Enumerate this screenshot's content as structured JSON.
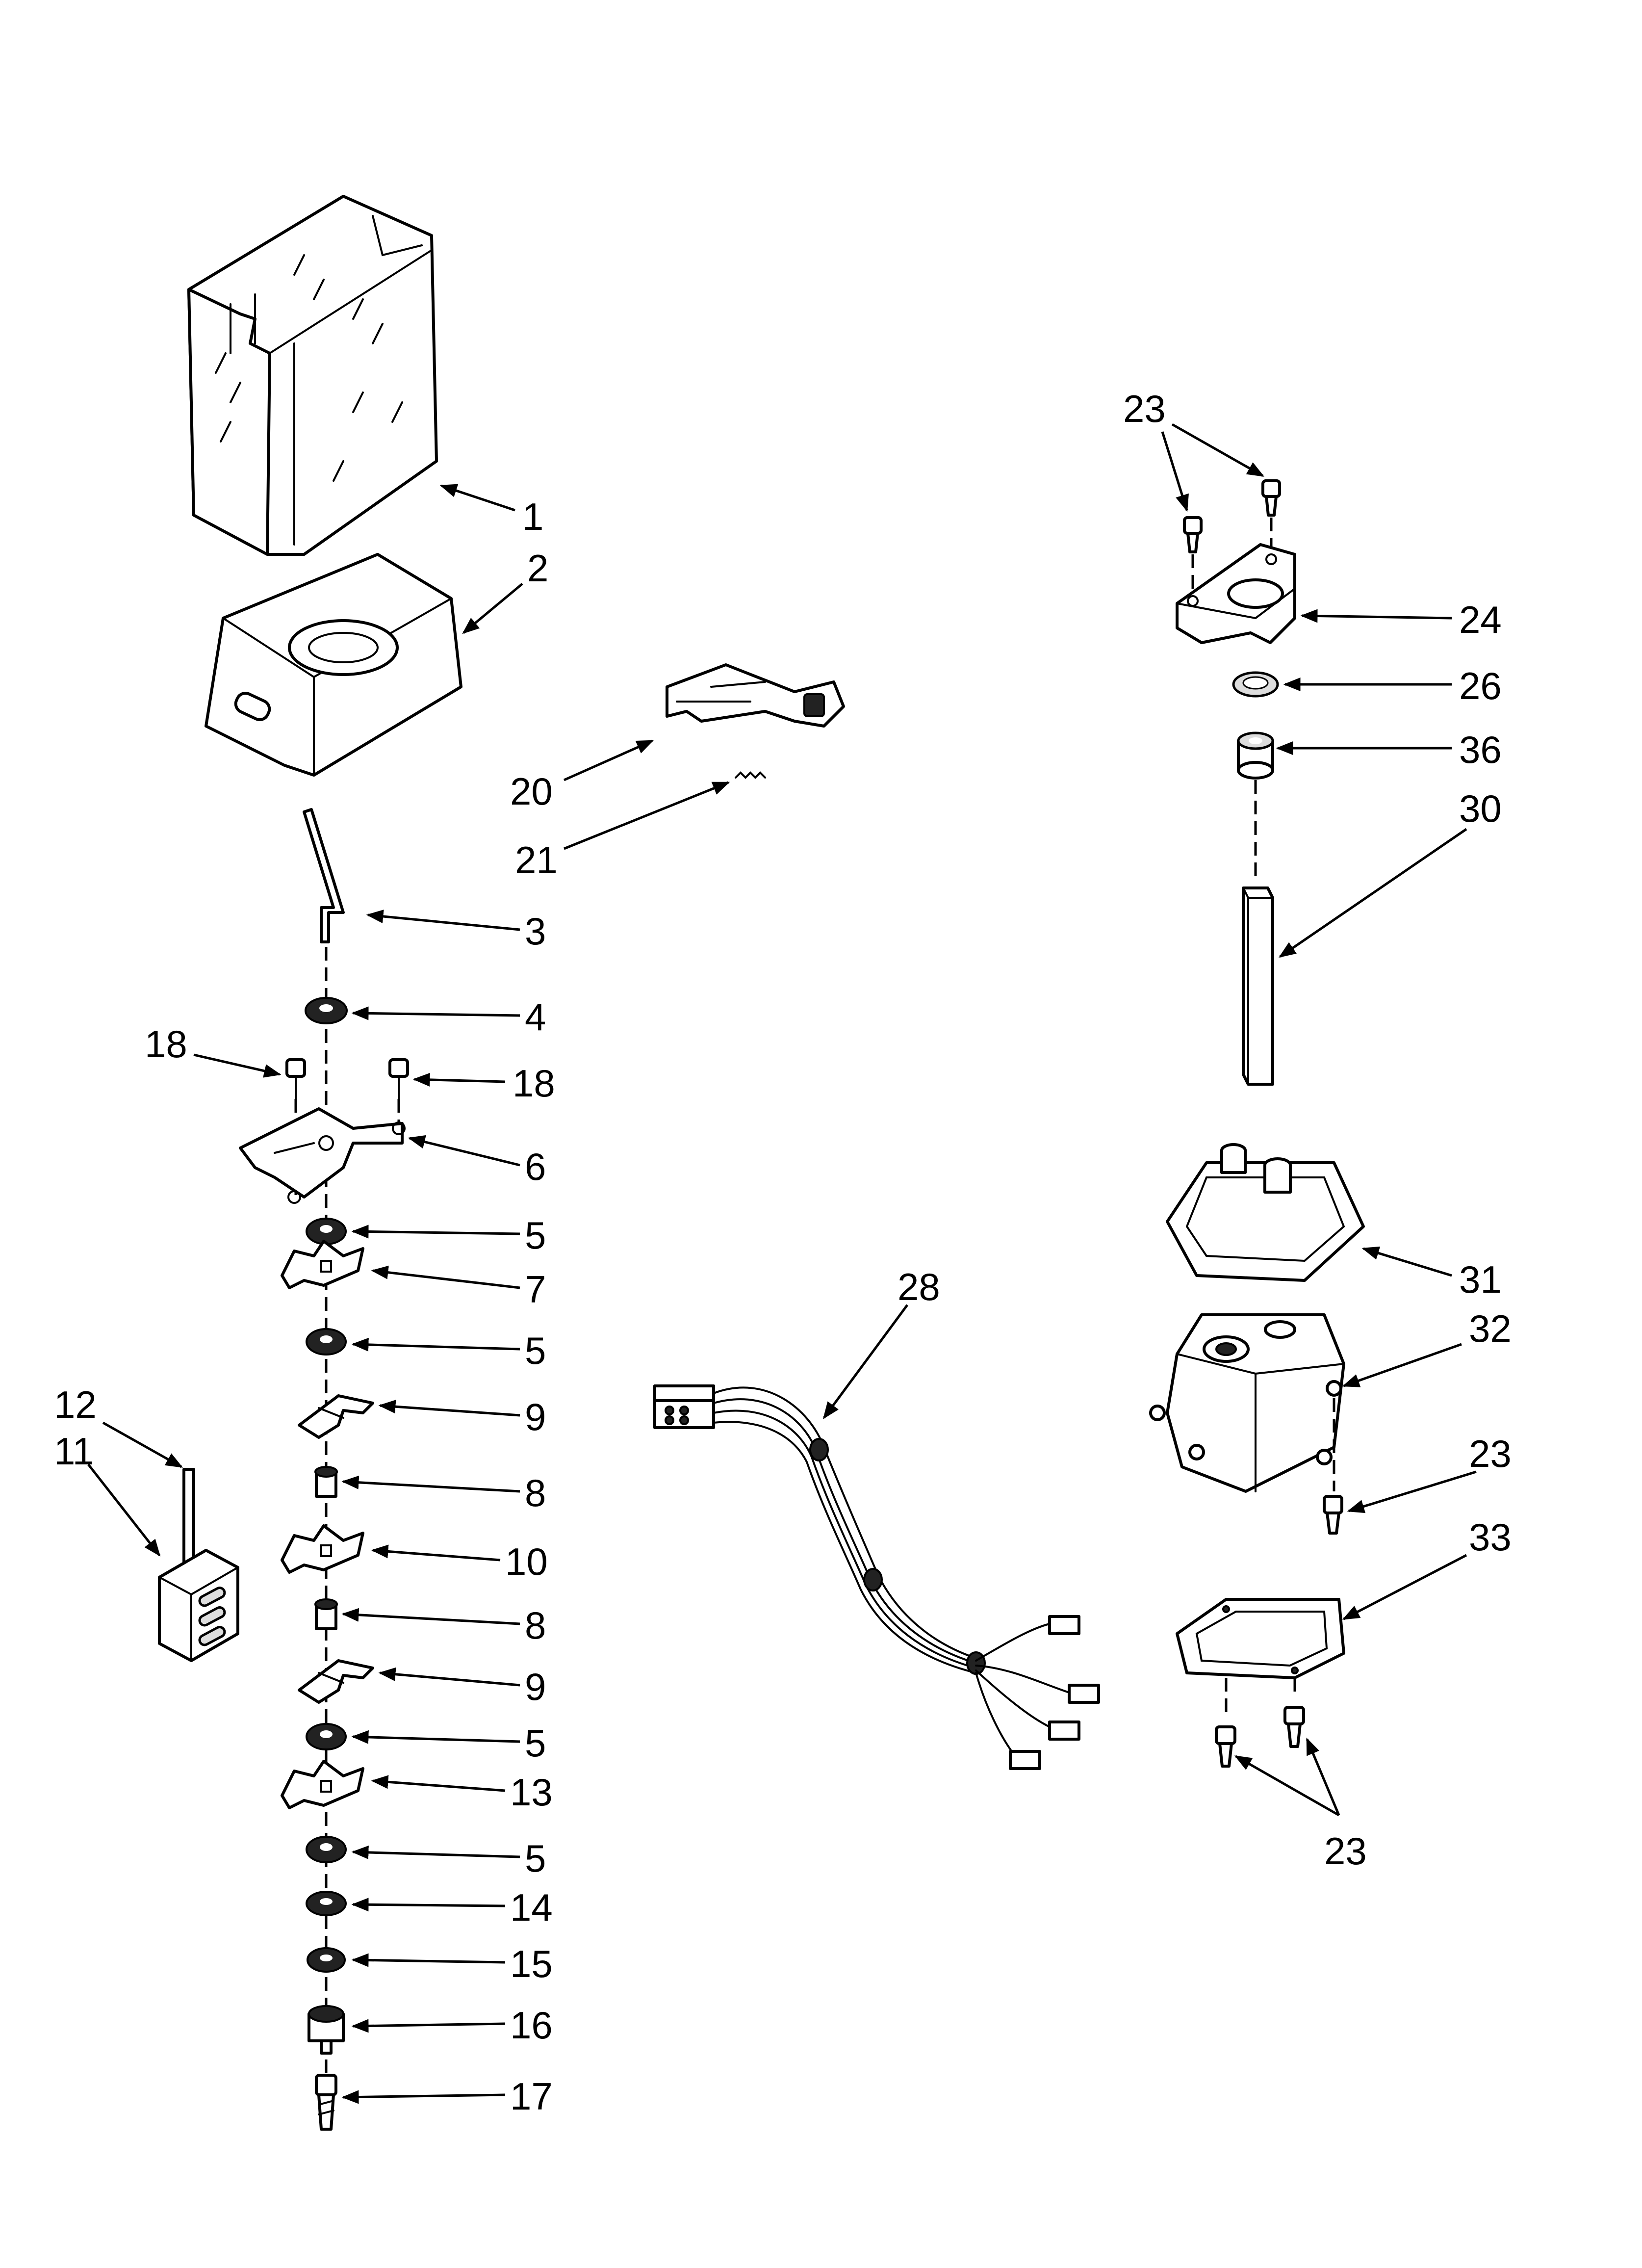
{
  "callouts": {
    "c1": "1",
    "c2": "2",
    "c3": "3",
    "c4": "4",
    "c5a": "5",
    "c5b": "5",
    "c5c": "5",
    "c5d": "5",
    "c6": "6",
    "c7": "7",
    "c8a": "8",
    "c8b": "8",
    "c9a": "9",
    "c9b": "9",
    "c10": "10",
    "c11": "11",
    "c12": "12",
    "c13": "13",
    "c14": "14",
    "c15": "15",
    "c16": "16",
    "c17": "17",
    "c18a": "18",
    "c18b": "18",
    "c20": "20",
    "c21": "21",
    "c23a": "23",
    "c23b": "23",
    "c23c": "23",
    "c24": "24",
    "c26": "26",
    "c28": "28",
    "c30": "30",
    "c31": "31",
    "c32": "32",
    "c33": "33",
    "c36": "36"
  }
}
